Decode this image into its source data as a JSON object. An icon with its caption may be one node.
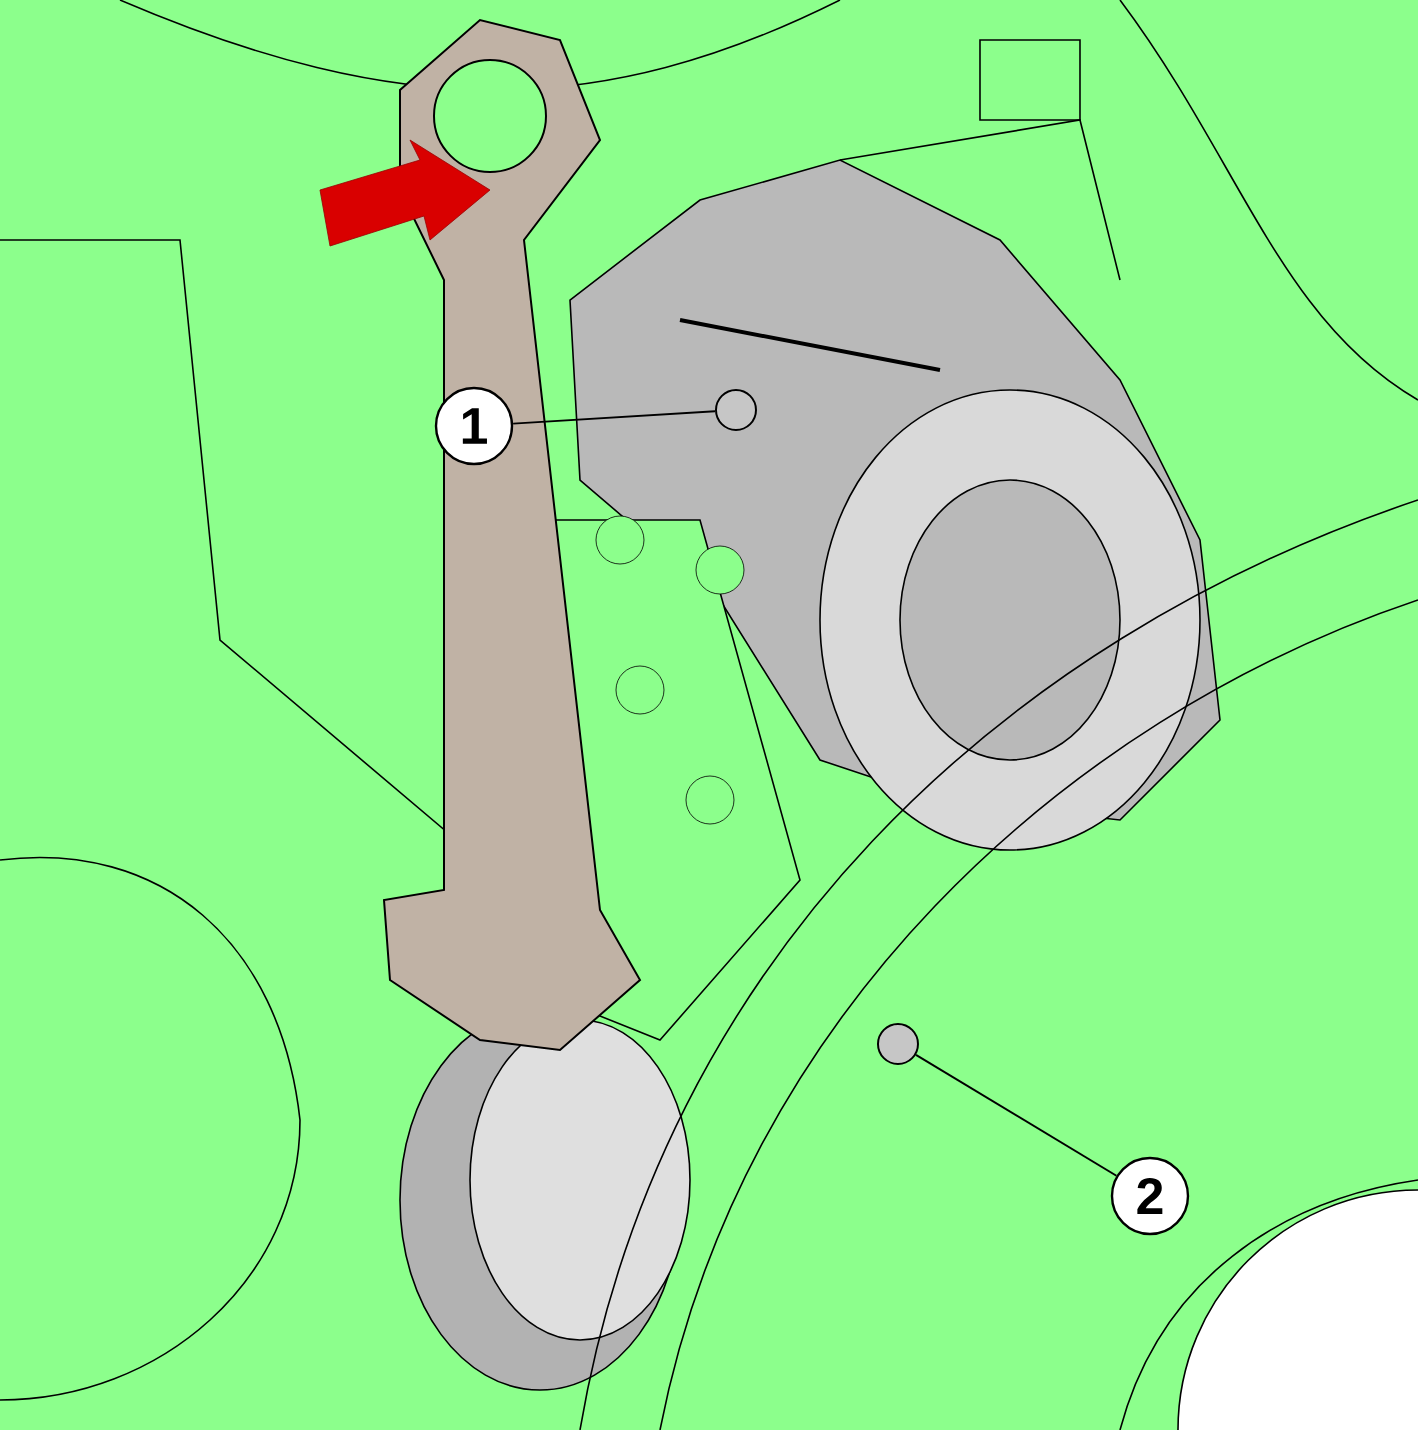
{
  "diagram": {
    "nodes": [
      {
        "text": [
          "1"
        ]
      },
      {
        "text": [],
        "shape": "circle"
      },
      {
        "text": [
          "2"
        ]
      },
      {
        "text": [],
        "shape": "circle"
      }
    ],
    "edges": [
      {
        "from": 0,
        "to": 1,
        "arrow": "none"
      },
      {
        "from": 2,
        "to": 3,
        "arrow": "none"
      }
    ]
  }
}
